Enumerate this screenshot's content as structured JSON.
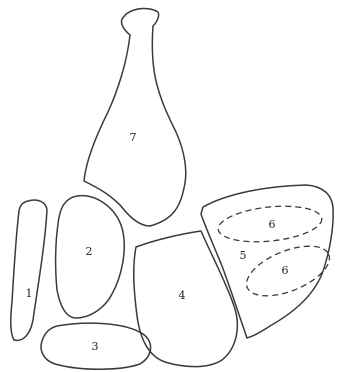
{
  "diagram": {
    "regions": [
      {
        "label": "1"
      },
      {
        "label": "2"
      },
      {
        "label": "3"
      },
      {
        "label": "4"
      },
      {
        "label": "5"
      },
      {
        "label": "6"
      },
      {
        "label": "6"
      },
      {
        "label": "7"
      }
    ]
  }
}
